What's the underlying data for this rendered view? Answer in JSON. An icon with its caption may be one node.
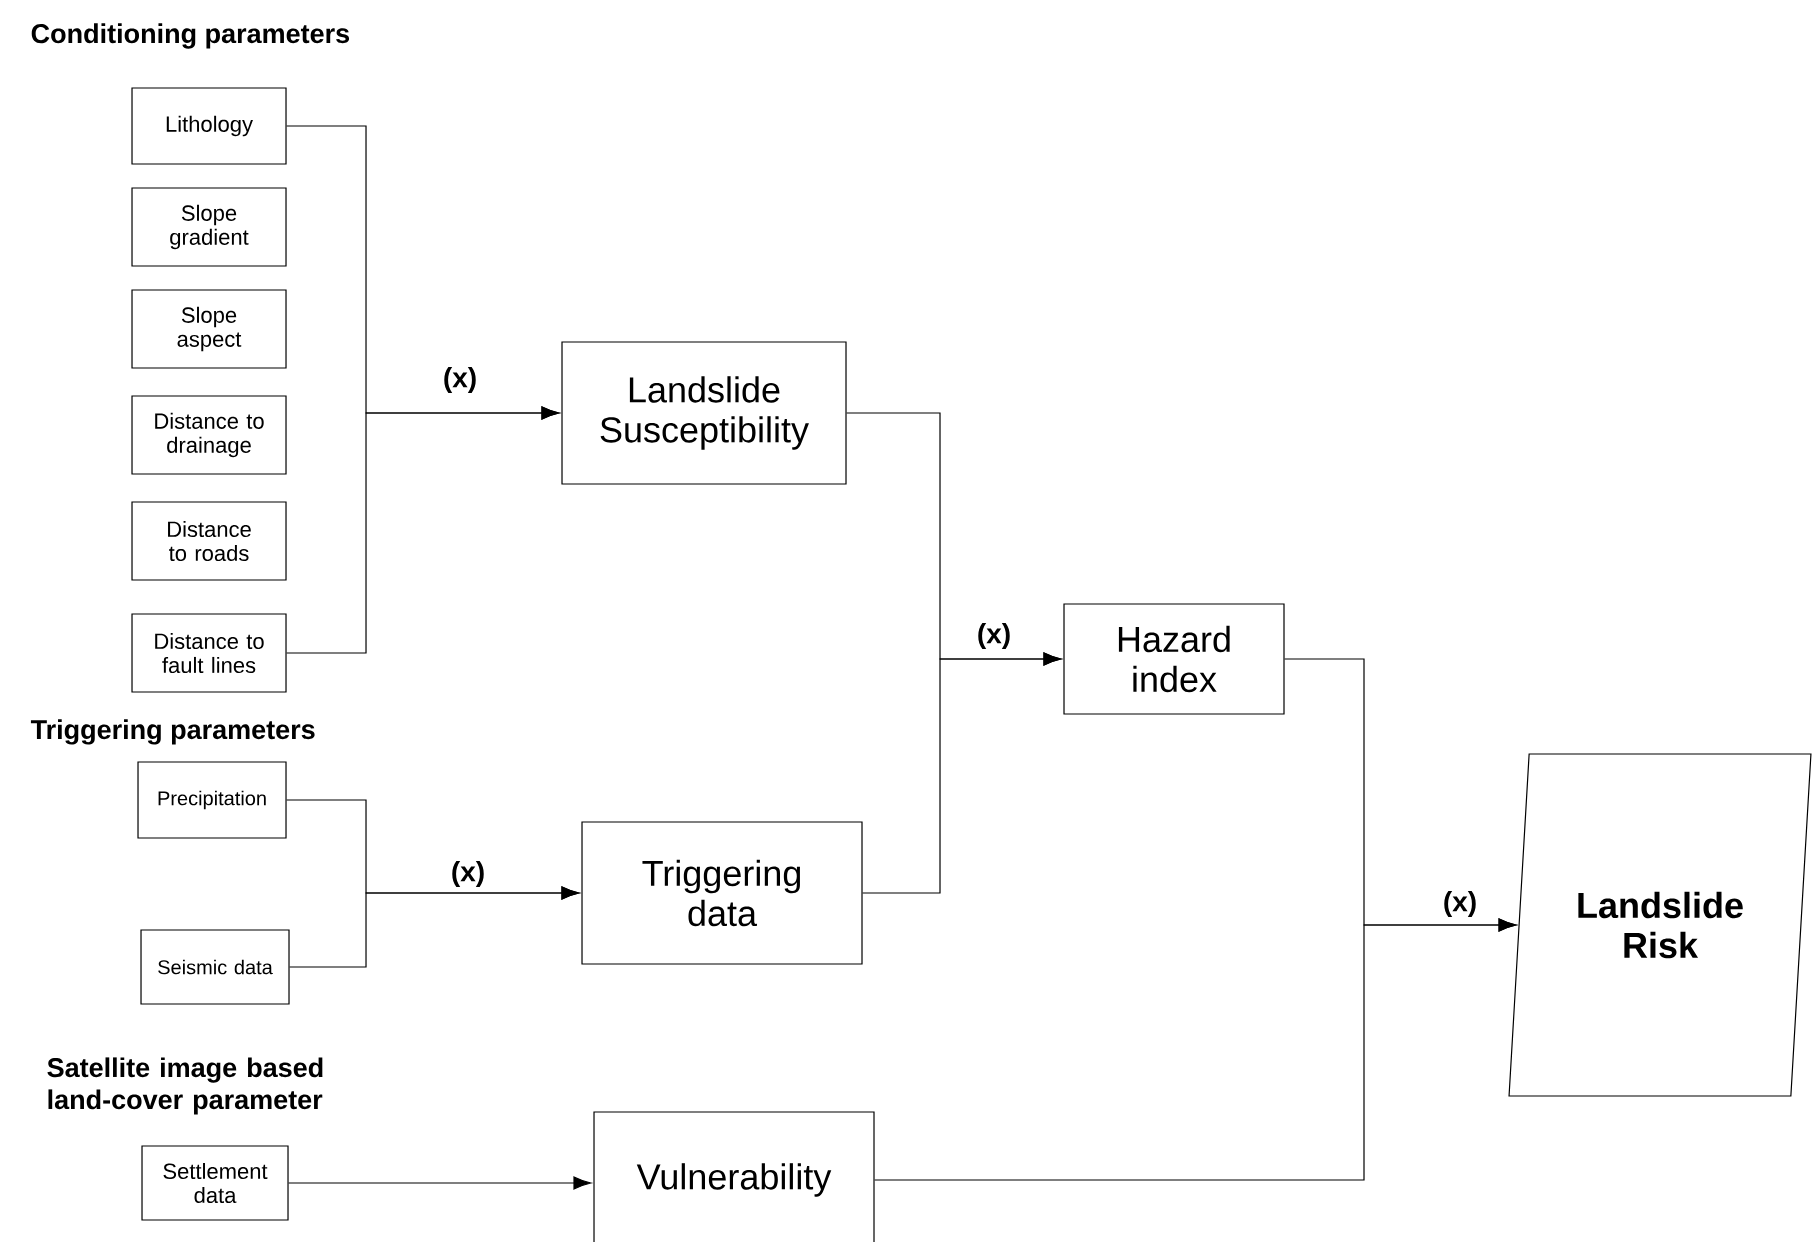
{
  "diagram": {
    "nodes": [
      {
        "text": [
          "Lithology"
        ]
      },
      {
        "text": [
          "Slope gradient"
        ]
      },
      {
        "text": [
          "Slope aspect"
        ]
      },
      {
        "text": [
          "Distance to drainage"
        ]
      },
      {
        "text": [
          "Distance to roads"
        ]
      },
      {
        "text": [
          "Distance to fault lines"
        ]
      },
      {
        "text": [
          "Landslide Susceptibility"
        ]
      },
      {
        "text": [
          "Precipitation"
        ]
      },
      {
        "text": [
          "Seismic data"
        ]
      },
      {
        "text": [
          "Triggering data"
        ]
      },
      {
        "text": [
          "Hazard index"
        ]
      },
      {
        "text": [
          "Settlement data"
        ]
      },
      {
        "text": [
          "Vulnerability"
        ]
      },
      {
        "text": [
          "Landslide Risk"
        ]
      }
    ],
    "edges": [
      {
        "from": 0,
        "to": 6,
        "arrow": "to",
        "label": "(x)"
      },
      {
        "from": 5,
        "to": 6,
        "arrow": "to"
      },
      {
        "from": 7,
        "to": 9,
        "arrow": "to",
        "label": "(x)"
      },
      {
        "from": 8,
        "to": 9,
        "arrow": "to"
      },
      {
        "from": 6,
        "to": 10,
        "arrow": "to",
        "label": "(x)"
      },
      {
        "from": 9,
        "to": 10,
        "arrow": "to"
      },
      {
        "from": 11,
        "to": 12,
        "arrow": "to"
      },
      {
        "from": 10,
        "to": 13,
        "arrow": "to",
        "label": "(x)"
      },
      {
        "from": 12,
        "to": 13,
        "arrow": "to"
      }
    ],
    "labels": [
      "Conditioning parameters",
      "Triggering parameters",
      "Satellite image based land-cover parameter"
    ]
  }
}
